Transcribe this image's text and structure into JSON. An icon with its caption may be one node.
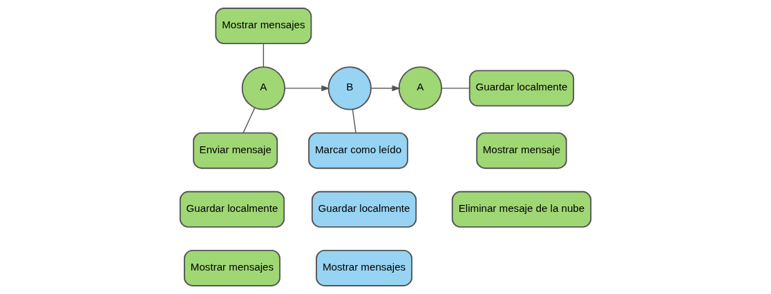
{
  "diagram": {
    "nodes": [
      {
        "text": [
          "Mostrar mensajes"
        ]
      },
      {
        "text": [
          "A"
        ]
      },
      {
        "text": [
          "Enviar mensaje"
        ]
      },
      {
        "text": [
          "Guardar localmente"
        ]
      },
      {
        "text": [
          "Mostrar mensajes"
        ]
      },
      {
        "text": [
          "B"
        ]
      },
      {
        "text": [
          "Marcar como leído"
        ]
      },
      {
        "text": [
          "Guardar localmente"
        ]
      },
      {
        "text": [
          "Mostrar mensajes"
        ]
      },
      {
        "text": [
          "A"
        ]
      },
      {
        "text": [
          "Guardar localmente"
        ]
      },
      {
        "text": [
          "Mostrar mensaje"
        ]
      },
      {
        "text": [
          "Eliminar mesaje de la nube"
        ]
      }
    ],
    "edges": [
      {
        "from": 0,
        "to": 1,
        "arrow": "none"
      },
      {
        "from": 1,
        "to": 5,
        "arrow": "to"
      },
      {
        "from": 1,
        "to": 2,
        "arrow": "none"
      },
      {
        "from": 5,
        "to": 9,
        "arrow": "to"
      },
      {
        "from": 5,
        "to": 6,
        "arrow": "none"
      },
      {
        "from": 9,
        "to": 10,
        "arrow": "none"
      }
    ]
  }
}
